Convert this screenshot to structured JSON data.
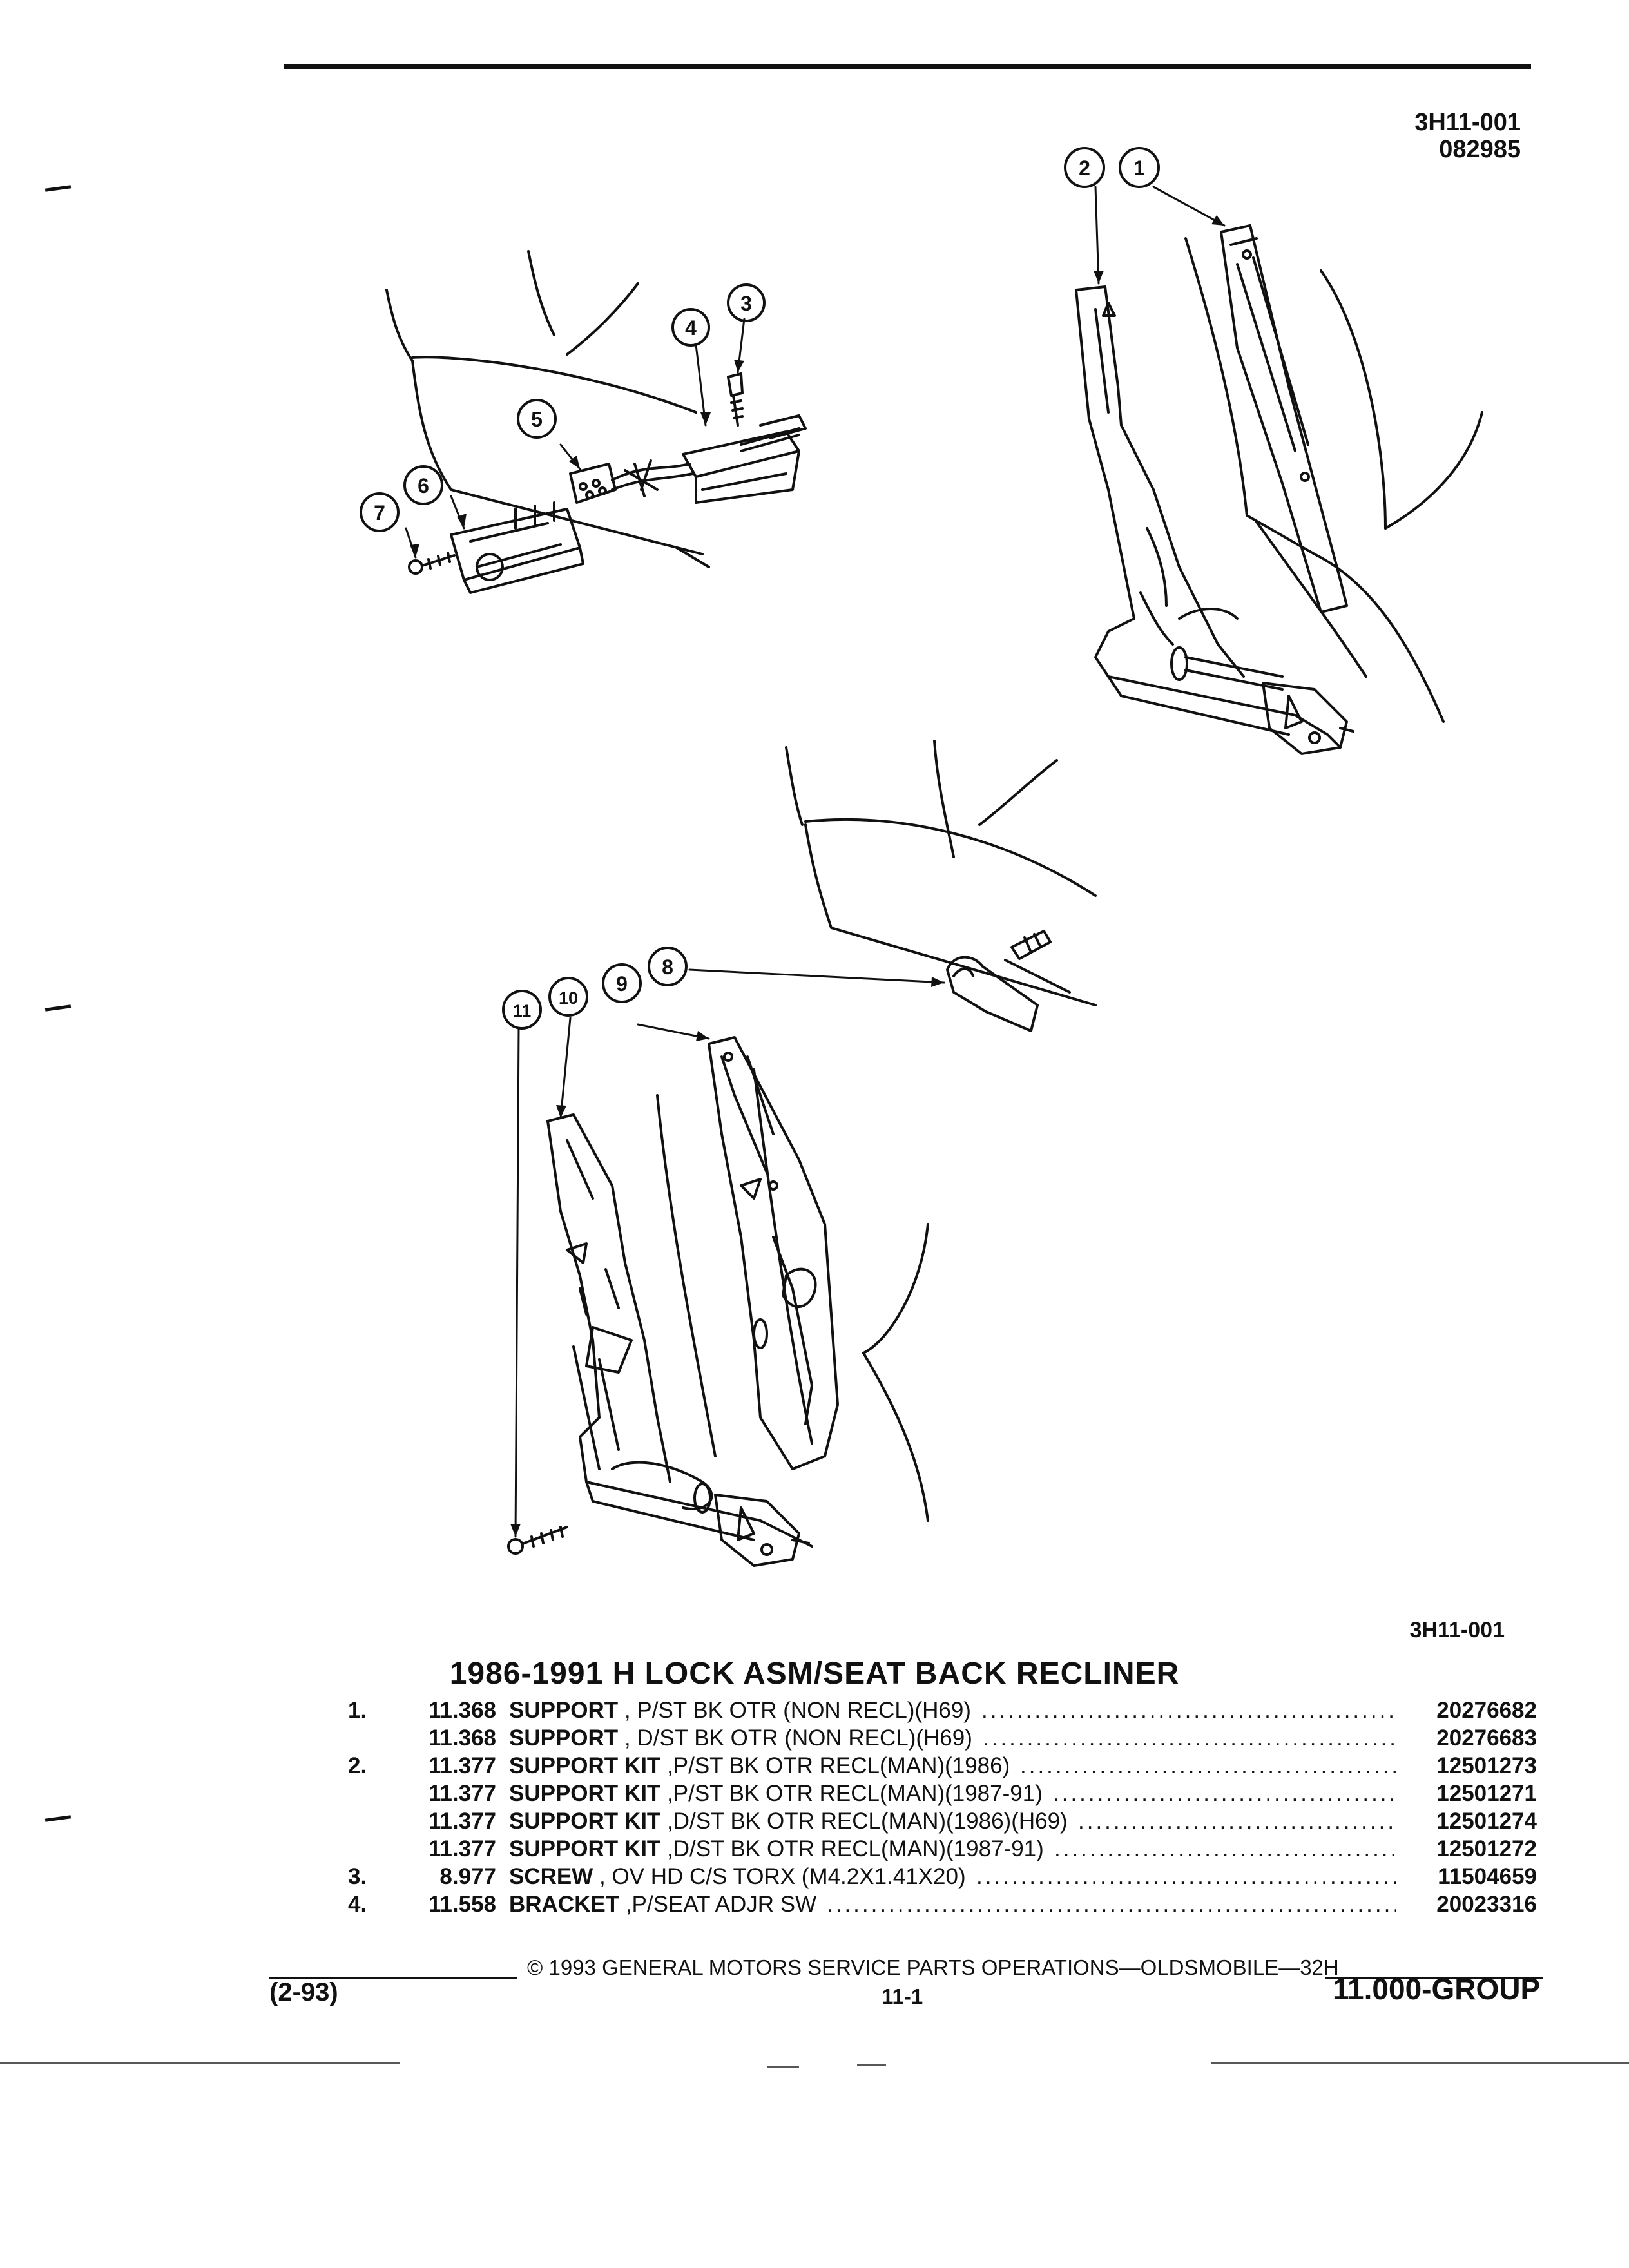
{
  "header": {
    "ref_code": "3H11-001",
    "ref_date": "082985"
  },
  "figure": {
    "ref_code": "3H11-001",
    "callouts": [
      "1",
      "2",
      "3",
      "4",
      "5",
      "6",
      "7",
      "8",
      "9",
      "10",
      "11"
    ]
  },
  "title": "1986-1991 H LOCK ASM/SEAT BACK RECLINER",
  "parts": [
    {
      "item": "1.",
      "group": "11.368",
      "name": "SUPPORT",
      "desc": " , P/ST BK OTR (NON RECL)(H69)",
      "part": "20276682"
    },
    {
      "item": "",
      "group": "11.368",
      "name": "SUPPORT",
      "desc": " , D/ST BK OTR (NON RECL)(H69)",
      "part": "20276683"
    },
    {
      "item": "2.",
      "group": "11.377",
      "name": "SUPPORT KIT",
      "desc": " ,P/ST BK OTR RECL(MAN)(1986)",
      "part": "12501273"
    },
    {
      "item": "",
      "group": "11.377",
      "name": "SUPPORT KIT",
      "desc": " ,P/ST BK OTR RECL(MAN)(1987-91)",
      "part": "12501271"
    },
    {
      "item": "",
      "group": "11.377",
      "name": "SUPPORT KIT",
      "desc": " ,D/ST BK OTR RECL(MAN)(1986)(H69)",
      "part": "12501274"
    },
    {
      "item": "",
      "group": "11.377",
      "name": "SUPPORT KIT",
      "desc": " ,D/ST BK OTR RECL(MAN)(1987-91)",
      "part": "12501272"
    },
    {
      "item": "3.",
      "group": "8.977",
      "name": "SCREW",
      "desc": " , OV HD C/S TORX (M4.2X1.41X20)",
      "part": "11504659"
    },
    {
      "item": "4.",
      "group": "11.558",
      "name": "BRACKET",
      "desc": " ,P/SEAT ADJR SW",
      "part": "20023316"
    }
  ],
  "footer": {
    "copyright": "© 1993 GENERAL MOTORS SERVICE PARTS OPERATIONS—OLDSMOBILE—32H",
    "date_code": "(2-93)",
    "page": "11-1",
    "group": "11.000-GROUP"
  }
}
